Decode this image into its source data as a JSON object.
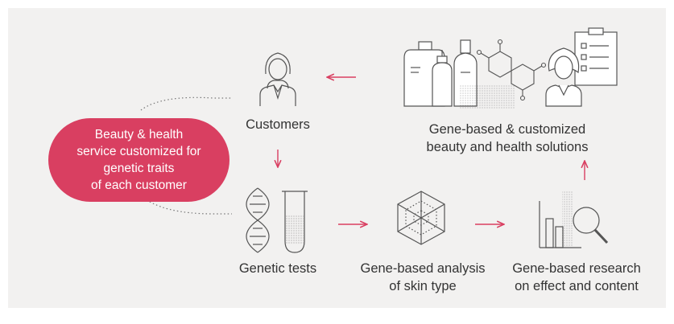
{
  "pill": {
    "lines": [
      "Beauty & health",
      "service customized for",
      "genetic traits",
      "of each customer"
    ]
  },
  "nodes": {
    "customers": {
      "label": "Customers"
    },
    "solutions": {
      "lines": [
        "Gene-based & customized",
        "beauty and health solutions"
      ]
    },
    "genetic_tests": {
      "label": "Genetic tests"
    },
    "skin_analysis": {
      "lines": [
        "Gene-based analysis",
        "of skin type"
      ]
    },
    "research": {
      "lines": [
        "Gene-based research",
        "on effect and content"
      ]
    }
  },
  "icons": {
    "customers": "person-icon",
    "solutions_products": "cosmetic-bottles-icon",
    "solutions_molecule": "molecule-icon",
    "solutions_expert": "consultant-with-clipboard-icon",
    "genetic_tests": "dna-test-tube-icon",
    "skin_analysis": "hexagon-analysis-icon",
    "research": "magnifier-chart-icon"
  },
  "colors": {
    "background": "#f2f1f0",
    "accent": "#d93f61",
    "text": "#333333",
    "line": "#666666"
  }
}
